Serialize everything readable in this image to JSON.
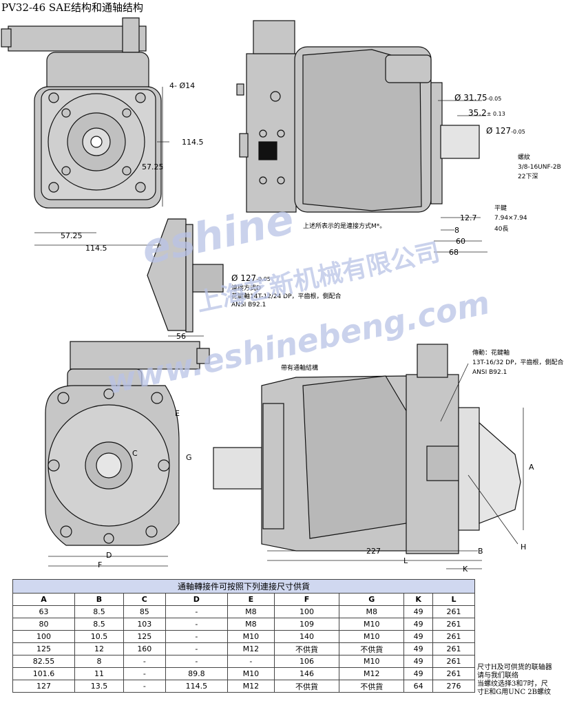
{
  "title": "PV32-46 SAE结构和通轴结构",
  "labels": {
    "holes": "4- Ø14",
    "dim_114_5_v": "114.5",
    "dim_57_25_v": "57.25",
    "dim_57_25_h": "57.25",
    "dim_114_5_h": "114.5",
    "shaft_dia": "Ø 31.75",
    "shaft_dia_tol": "-0.05",
    "key_height": "35.2",
    "key_height_tol": "± 0.13",
    "pilot_dia": "Ø 127",
    "pilot_dia_tol": "-0.05",
    "thread_1": "螺紋",
    "thread_2": "3/8-16UNF-2B",
    "thread_3": "22下深",
    "key_1": "平鍵",
    "key_2": "7.94×7.94",
    "key_3": "40長",
    "dim_12_7": "12.7",
    "dim_8": "8",
    "dim_60": "60",
    "dim_68": "68",
    "connection_note": "上述所表示的是連接方式M*。",
    "flange_dia": "Ø 127",
    "flange_dia_tol": "-0.05",
    "conn_d_1": "連接方式D",
    "conn_d_2": "花鍵軸14T-12/24 DP，平齒根，側配合",
    "conn_d_3": "ANSI B92.1",
    "dim_56": "56",
    "label_e": "E",
    "label_c": "C",
    "label_g": "G",
    "label_d": "D",
    "label_f": "F",
    "thru_shaft": "帶有通軸結構",
    "drive_1": "傳動：花鍵軸",
    "drive_2": "13T-16/32 DP，平齒根，側配合",
    "drive_3": "ANSI B92.1",
    "label_a": "A",
    "label_h": "H",
    "dim_227": "227",
    "label_b": "B",
    "label_l": "L",
    "label_k": "K"
  },
  "watermark": {
    "brand": "eshine",
    "company": "上海艺新机械有限公司",
    "url": "www.eshinebeng.com"
  },
  "table": {
    "caption": "通軸轉接件可按照下列連接尺寸供貨",
    "columns": [
      "A",
      "B",
      "C",
      "D",
      "E",
      "F",
      "G",
      "K",
      "L"
    ],
    "rows": [
      [
        "63",
        "8.5",
        "85",
        "-",
        "M8",
        "100",
        "M8",
        "49",
        "261"
      ],
      [
        "80",
        "8.5",
        "103",
        "-",
        "M8",
        "109",
        "M10",
        "49",
        "261"
      ],
      [
        "100",
        "10.5",
        "125",
        "-",
        "M10",
        "140",
        "M10",
        "49",
        "261"
      ],
      [
        "125",
        "12",
        "160",
        "-",
        "M12",
        "不供貨",
        "不供貨",
        "49",
        "261"
      ],
      [
        "82.55",
        "8",
        "-",
        "-",
        "-",
        "106",
        "M10",
        "49",
        "261"
      ],
      [
        "101.6",
        "11",
        "-",
        "89.8",
        "M10",
        "146",
        "M12",
        "49",
        "261"
      ],
      [
        "127",
        "13.5",
        "-",
        "114.5",
        "M12",
        "不供貨",
        "不供貨",
        "64",
        "276"
      ]
    ]
  },
  "note": {
    "line1": "尺寸H及可供货的联轴器",
    "line2": "请与我们联络",
    "line3": "当螺纹选择3和7时，尺",
    "line4": "寸E和G用UNC 2B螺纹"
  }
}
